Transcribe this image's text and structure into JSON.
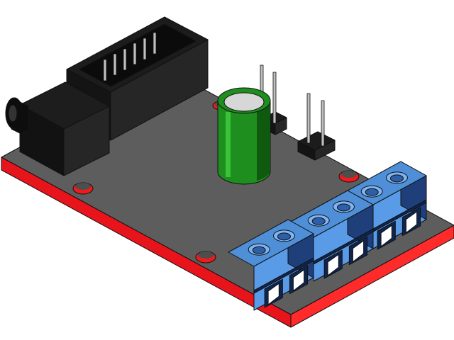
{
  "scene": {
    "subject": "pcb-3d-render",
    "background": "#ffffff",
    "outline": "#111111"
  },
  "colors": {
    "board_top": "#5d5d5d",
    "board_top_shade": "#4e4e4e",
    "board_edge_front": "#e8141c",
    "board_edge_side": "#ff2a2a",
    "board_edge_dark": "#b80d12",
    "mount_hole": "#f01a1a",
    "header_body": "#1c1c1c",
    "header_side": "#262626",
    "header_front": "#141414",
    "pin": "#bfbfbf",
    "jack_body": "#1d1d1d",
    "jack_front": "#121212",
    "jack_barrel": "#0d0d0d",
    "cap_body": "#1e8f1e",
    "cap_highlight": "#3fcf3f",
    "cap_shadow": "#0f5a0f",
    "cap_top": "#d7d7d7",
    "terminal_top": "#4f8fd8",
    "terminal_front": "#5a9be8",
    "terminal_side": "#1f3f7a",
    "terminal_dark": "#0f2550",
    "screw": "#7fb4f2",
    "screw_inner": "#2d5ea8",
    "terminal_slot": "#ffffff"
  },
  "components": [
    {
      "name": "power-jack",
      "kind": "barrel-jack",
      "count": 1
    },
    {
      "name": "box-header",
      "kind": "shrouded-pin-header",
      "count": 1
    },
    {
      "name": "electrolytic-capacitor",
      "kind": "capacitor",
      "count": 1
    },
    {
      "name": "jumper-header",
      "kind": "two-pin-header",
      "count": 2
    },
    {
      "name": "screw-terminal",
      "kind": "2-pos-terminal-block",
      "count": 3
    },
    {
      "name": "mounting-hole",
      "kind": "hole",
      "count": 4
    }
  ]
}
